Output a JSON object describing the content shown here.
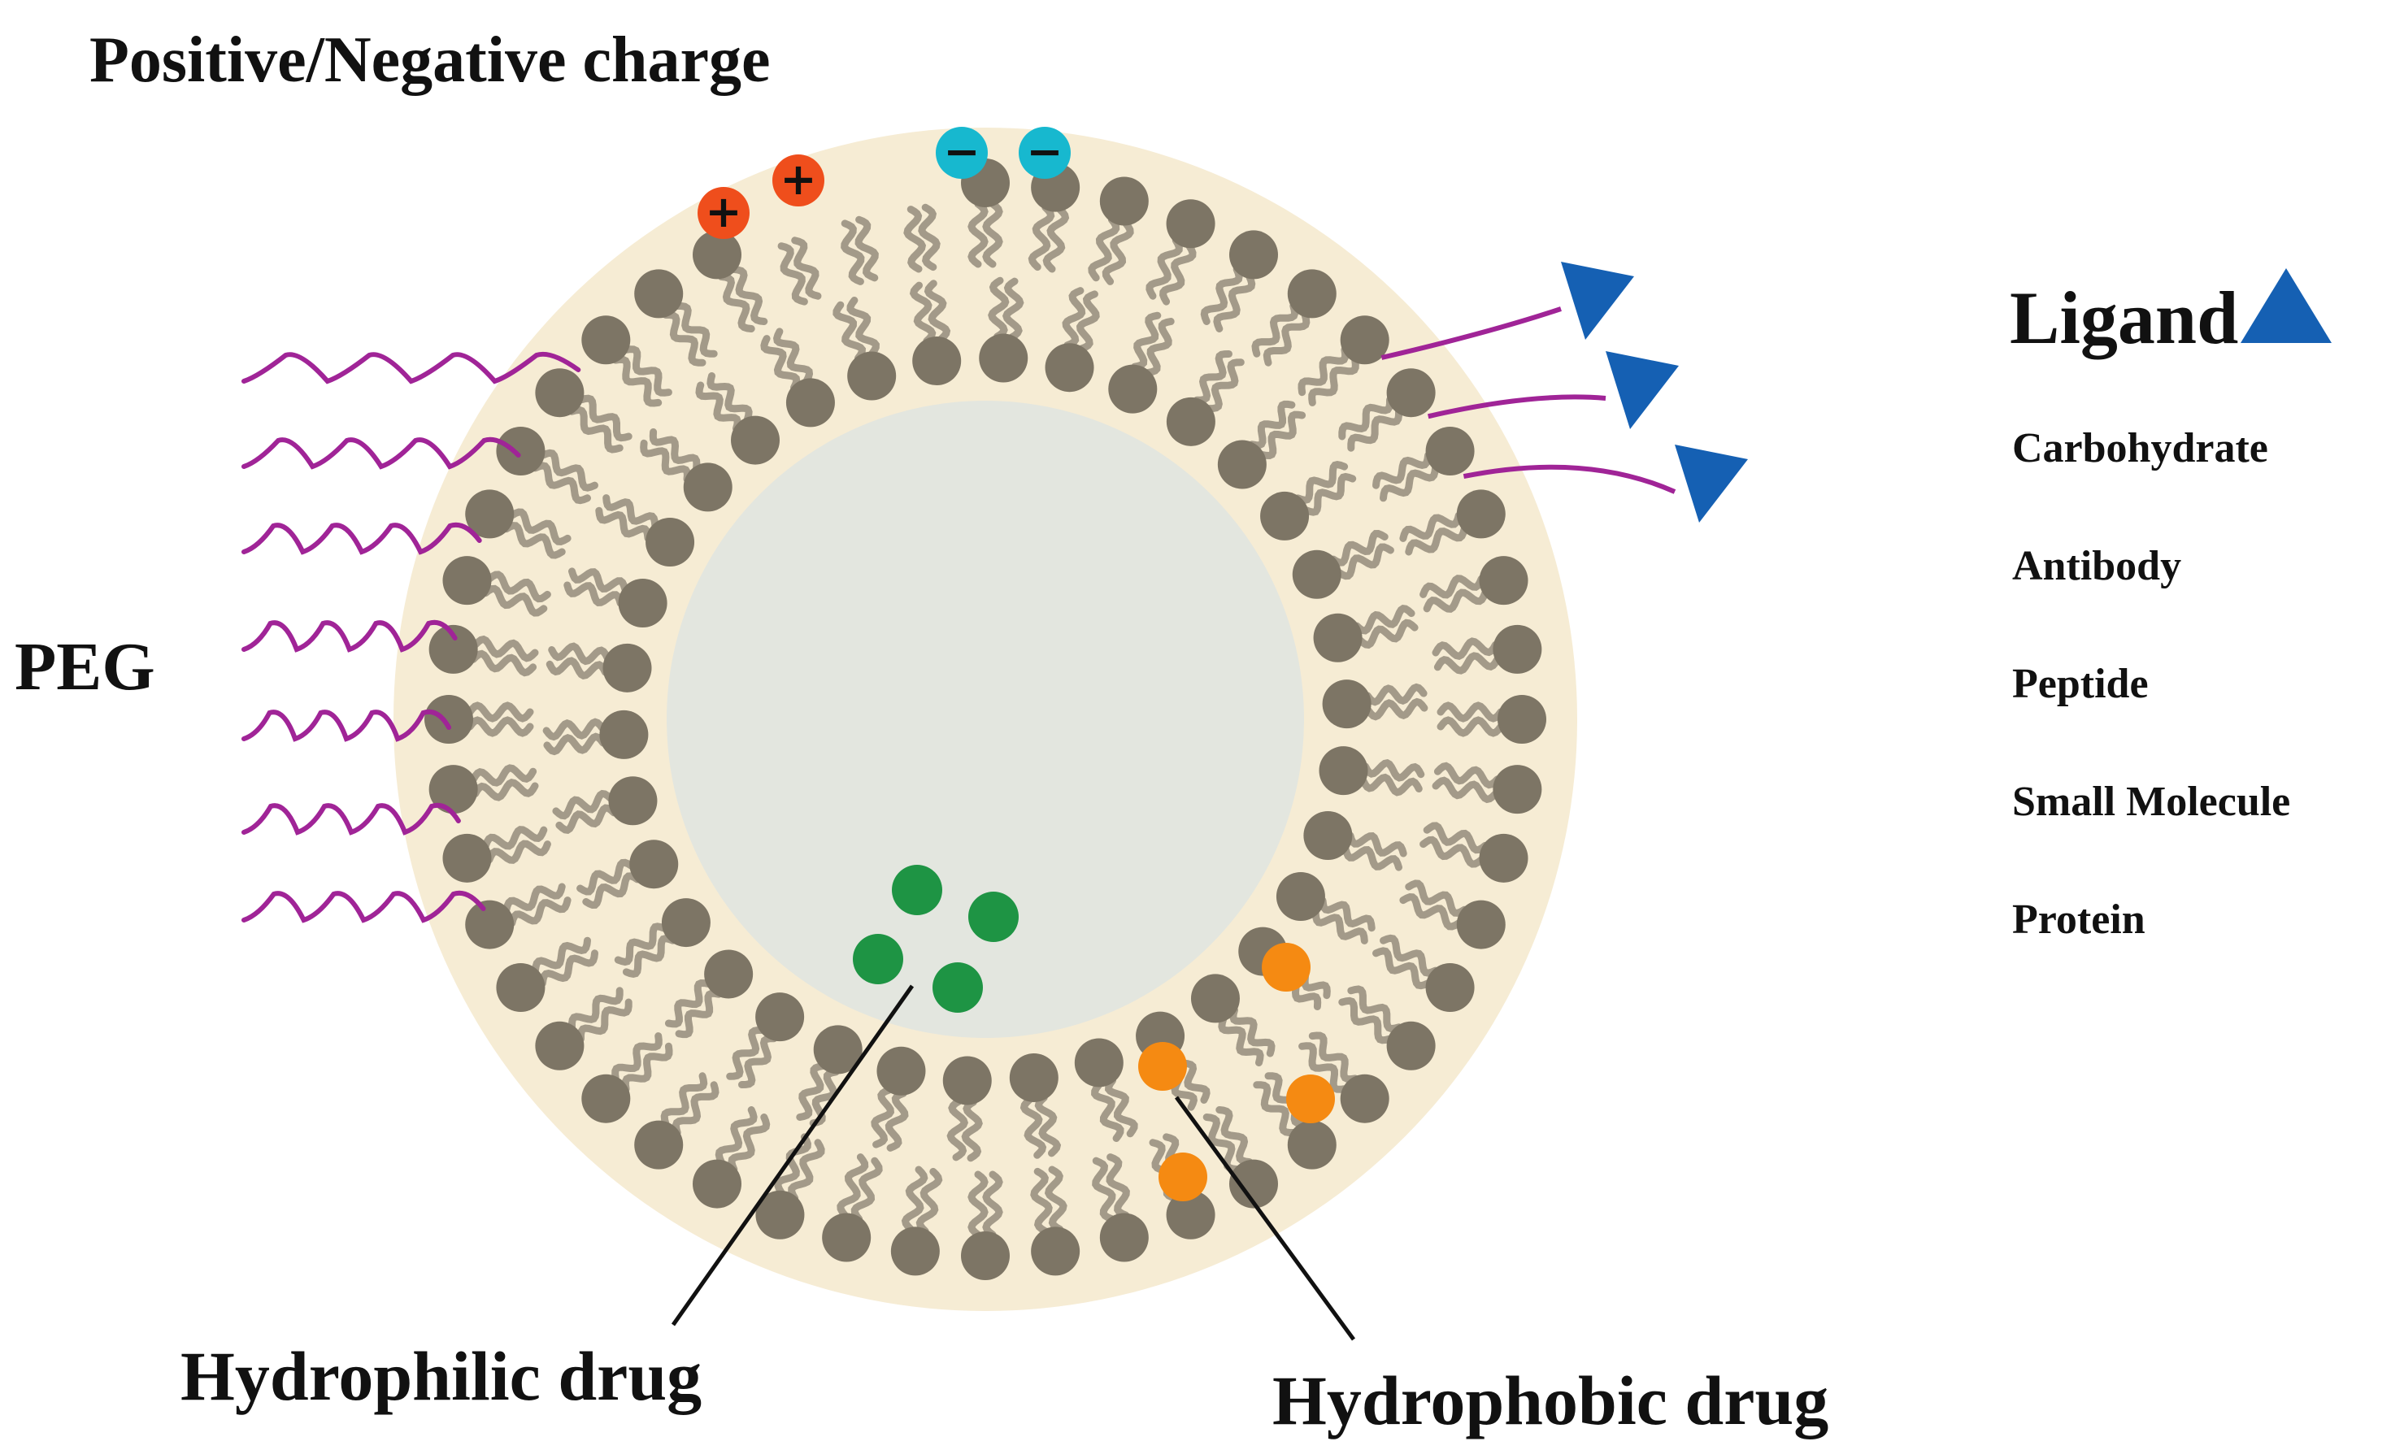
{
  "labels": {
    "charge": "Positive/Negative charge",
    "peg": "PEG",
    "ligand_title": "Ligand",
    "hydrophilic": "Hydrophilic drug",
    "hydrophobic": "Hydrophobic drug"
  },
  "ligand_types": [
    "Carbohydrate",
    "Antibody",
    "Peptide",
    "Small Molecule",
    "Protein"
  ],
  "charges": {
    "positive_symbol": "+",
    "negative_symbol": "−",
    "positive_count": 2,
    "negative_count": 2
  },
  "counts": {
    "peg_chains": 7,
    "ligands": 3,
    "hydrophilic_drugs": 4,
    "hydrophobic_drugs": 4
  },
  "colors": {
    "bilayer": "#f6ecd4",
    "core": "#e3e6df",
    "lipid_head": "#7d7565",
    "lipid_tail": "#a39a89",
    "peg": "#a02497",
    "ligand": "#1560b3",
    "positive": "#ef4e1c",
    "negative": "#17b8cf",
    "hydrophilic": "#1e9444",
    "hydrophobic": "#f58a12"
  },
  "icons": {
    "ligand_legend": "triangle-icon"
  }
}
